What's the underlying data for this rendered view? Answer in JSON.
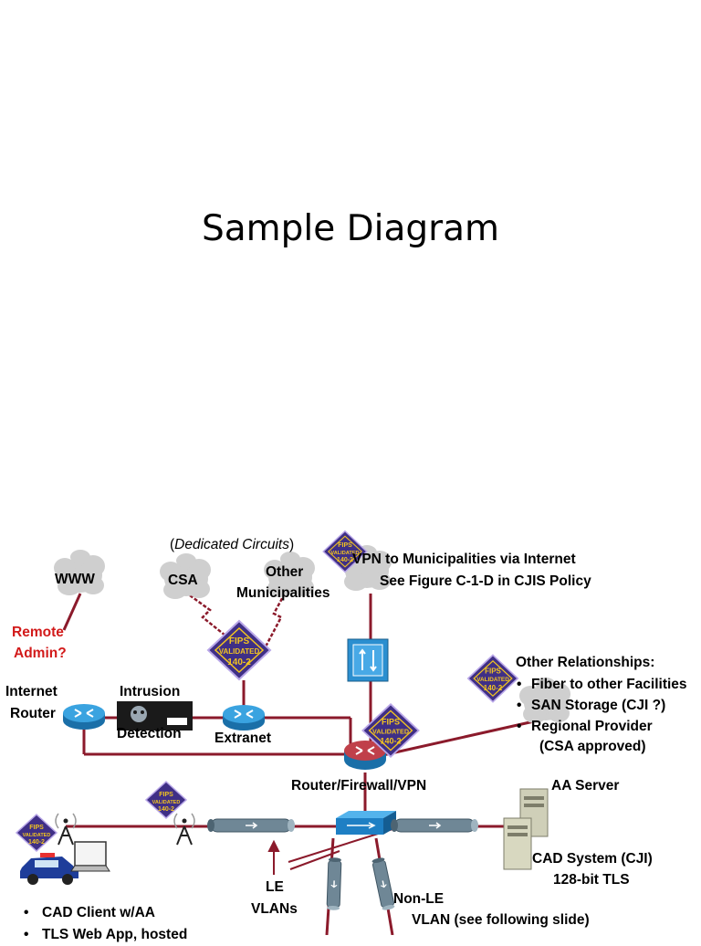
{
  "title": "Sample Diagram",
  "labels": {
    "www": "WWW",
    "dedicated_paren_open": "(",
    "dedicated_text": "Dedicated Circuits",
    "dedicated_paren_close": ")",
    "csa": "CSA",
    "other_munis_1": "Other",
    "other_munis_2": "Municipalities",
    "vpn_line1": "VPN to Municipalities via Internet",
    "vpn_line2": "See Figure C-1-D in CJIS Policy",
    "remote_admin_1": "Remote",
    "remote_admin_2": "Admin?",
    "internet_router_1": "Internet",
    "internet_router_2": "Router",
    "intrusion_1": "Intrusion",
    "intrusion_2": "Detection",
    "extranet": "Extranet",
    "other_rel_heading": "Other Relationships:",
    "other_rel_items": [
      "Fiber to other Facilities",
      "SAN Storage (CJI ?)",
      "Regional Provider"
    ],
    "csa_approved": "(CSA approved)",
    "router_fw_vpn": "Router/Firewall/VPN",
    "aa_server": "AA Server",
    "cad_system_1": "CAD System (CJI)",
    "cad_system_2": "128-bit TLS",
    "le_1": "LE",
    "le_2": "VLANs",
    "non_le_1": "Non-LE",
    "non_le_2": "VLAN (see following slide)",
    "bullets": [
      "CAD Client w/AA",
      "TLS Web App, hosted"
    ]
  },
  "badges": {
    "line1": "FIPS",
    "line2": "VALIDATED",
    "line3": "140-2"
  },
  "colors": {
    "link": "#8b1a2b",
    "cloud": "#c8c8c8",
    "router": "#2b8fd0",
    "router_red": "#c0404a",
    "switch": "#1e7fc4",
    "badge_bg": "#3f2f86",
    "badge_text": "#f2c420",
    "remote_admin": "#d21a1a"
  },
  "icons": [
    "cloud-icon",
    "router-icon",
    "firewall-icon",
    "switch-icon",
    "server-icon",
    "fips-badge-icon",
    "antenna-icon",
    "police-car-icon",
    "laptop-icon",
    "ids-appliance-icon",
    "link-cable-icon"
  ]
}
